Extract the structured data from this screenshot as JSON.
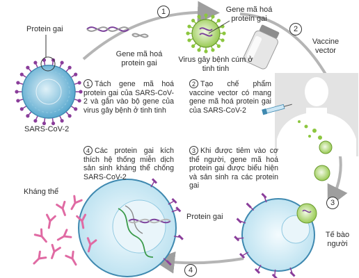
{
  "labels": {
    "protein_gai_top": "Protein gai",
    "sars_cov_2": "SARS-CoV-2",
    "gene_ma_hoa_left": "Gene mã hoá protein gai",
    "gene_ma_hoa_top": "Gene mã hoá protein gai",
    "virus_cum": "Virus gây bệnh cúm ở tinh tinh",
    "vaccine_vector": "Vaccine vector",
    "khang_the": "Kháng thể",
    "protein_gai_bottom": "Protein gai",
    "te_bao_nguoi": "Tế bào người"
  },
  "steps": [
    {
      "num": "1",
      "text": "Tách gene mã hoá protein gai của SARS-CoV-2 và gắn vào bộ gene của virus gây bệnh ở tinh tinh"
    },
    {
      "num": "2",
      "text": "Tạo chế phẩm vaccine vector có mang gene mã hoá protein gai của SARS-CoV-2"
    },
    {
      "num": "3",
      "text": "Khi được tiêm vào cơ thể người, gene mã hoá protein gai được biểu hiện và sản sinh ra các protein gai"
    },
    {
      "num": "4",
      "text": "Các protein gai kích thích hệ thống miễn dịch sản sinh kháng thể chống SARS-CoV-2"
    }
  ],
  "badges": [
    "1",
    "2",
    "3",
    "4"
  ],
  "colors": {
    "virus_blue": "#6fb8d8",
    "spike_purple": "#8a3d9a",
    "antibody_pink": "#e06aa3",
    "cell_blue": "#d6eef7",
    "vector_green": "#8cc63f",
    "arrow_gray": "#9e9e9e"
  }
}
